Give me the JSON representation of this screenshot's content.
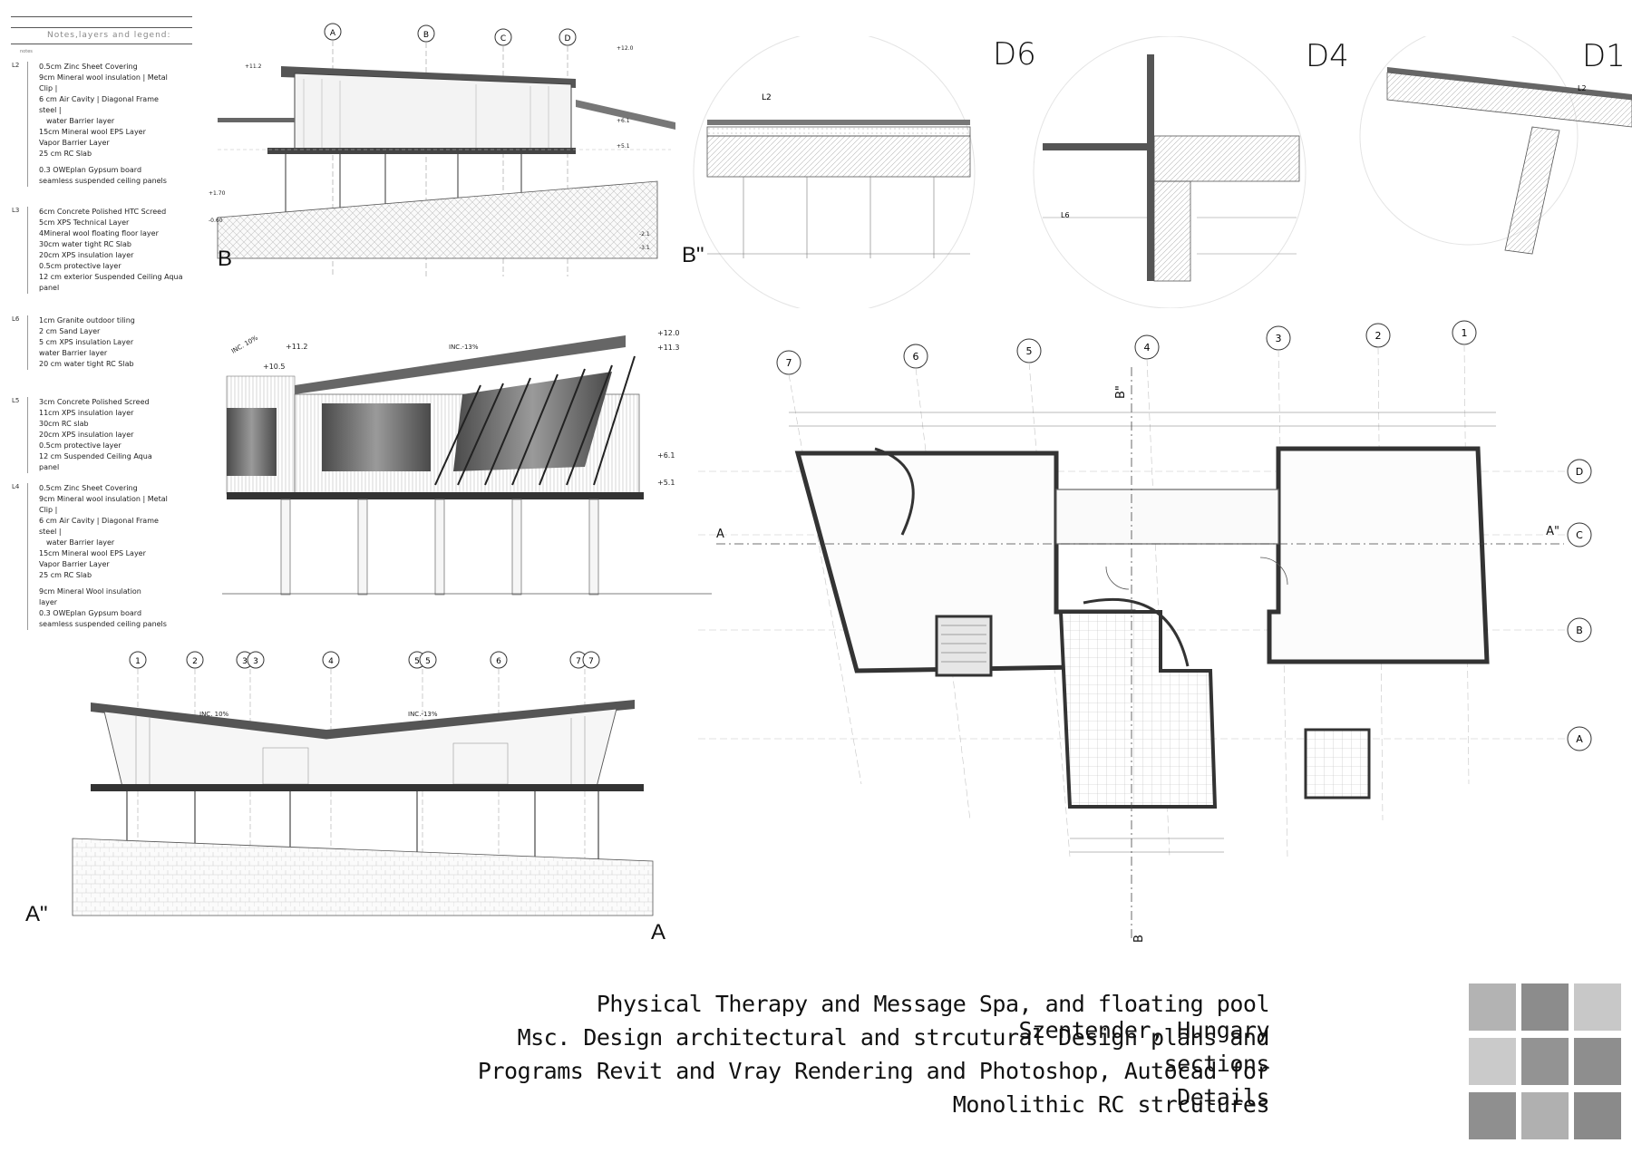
{
  "legend": {
    "title": "Notes,layers and legend:",
    "sub": "notes",
    "groups": [
      {
        "name": "L2",
        "lines": [
          "0.5cm Zinc Sheet Covering",
          "9cm Mineral wool insulation | Metal",
          "Clip |",
          "6 cm Air Cavity | Diagonal Frame",
          "steel |",
          "water Barrier layer",
          "15cm Mineral wool EPS Layer",
          "Vapor Barrier Layer",
          "25 cm RC Slab",
          "0.3 OWEplan Gypsum board",
          "seamless suspended ceiling panels"
        ]
      },
      {
        "name": "L3",
        "lines": [
          "6cm Concrete Polished HTC Screed",
          "5cm XPS Technical Layer",
          "4Mineral wool floating floor layer",
          "30cm water tight RC Slab",
          "20cm XPS insulation layer",
          "0.5cm protective layer",
          "12 cm exterior Suspended Ceiling Aqua",
          "panel"
        ]
      },
      {
        "name": "L6",
        "lines": [
          "1cm Granite outdoor tiling",
          "2 cm Sand Layer",
          "5 cm XPS insulation Layer",
          "water Barrier layer",
          "20 cm water tight RC Slab"
        ]
      },
      {
        "name": "L5",
        "lines": [
          "3cm Concrete Polished Screed",
          "11cm XPS insulation layer",
          "30cm RC slab",
          "20cm XPS insulation layer",
          "0.5cm protective layer",
          "12 cm Suspended Ceiling Aqua",
          "panel"
        ]
      },
      {
        "name": "L4",
        "lines": [
          "0.5cm Zinc Sheet Covering",
          "9cm Mineral wool insulation | Metal",
          "Clip |",
          "6 cm Air Cavity | Diagonal Frame",
          "steel |",
          "water Barrier layer",
          "15cm Mineral wool EPS Layer",
          "Vapor Barrier Layer",
          "25 cm RC Slab",
          "9cm Mineral Wool insulation",
          "layer",
          "0.3 OWEplan Gypsum board",
          "seamless suspended ceiling panels"
        ]
      }
    ]
  },
  "section_b": {
    "label_left": "B",
    "label_right": "B\"",
    "axes": [
      "A",
      "B",
      "C",
      "D"
    ],
    "levels": [
      "+12.0",
      "+11.2",
      "+6.1",
      "+5.1",
      "+1.70",
      "-0.60",
      "-2.1",
      "-3.1"
    ]
  },
  "elevation": {
    "levels": [
      "+12.0",
      "+11.3",
      "+11.2",
      "+10.5",
      "+6.1",
      "+5.1"
    ],
    "slope_labels": [
      "INC. 10%",
      "INC.-13%"
    ]
  },
  "section_a": {
    "label_left": "A\"",
    "label_right": "A",
    "axes": [
      "1",
      "2",
      "3",
      "3",
      "4",
      "5",
      "5",
      "6",
      "7",
      "7"
    ],
    "slope_labels": [
      "INC. 10%",
      "INC.-13%"
    ]
  },
  "details": [
    {
      "title": "D6",
      "layer": "L2"
    },
    {
      "title": "D4",
      "layer": "L6"
    },
    {
      "title": "D1",
      "layer": "L2"
    }
  ],
  "plan": {
    "axes_top": [
      "7",
      "6",
      "5",
      "4",
      "3",
      "2",
      "1"
    ],
    "axes_right": [
      "D",
      "C",
      "B",
      "A"
    ],
    "cut_labels": [
      "A",
      "A\"",
      "B",
      "B\""
    ]
  },
  "caption": {
    "line1": "Physical Therapy and Message Spa, and floating pool Szentender, Hungary",
    "line2": "Msc. Design architectural and strcutural Design plans and sections",
    "line3": "Programs Revit and Vray Rendering and Photoshop, Autocad for Details",
    "line4": "Monolithic RC strcutures"
  },
  "swatches": [
    "#b3b3b3",
    "#8c8c8c",
    "#c8c8c8",
    "#cacaca",
    "#939393",
    "#8e8e8e",
    "#8f8f8f",
    "#b0b0b0",
    "#8a8a8a"
  ]
}
